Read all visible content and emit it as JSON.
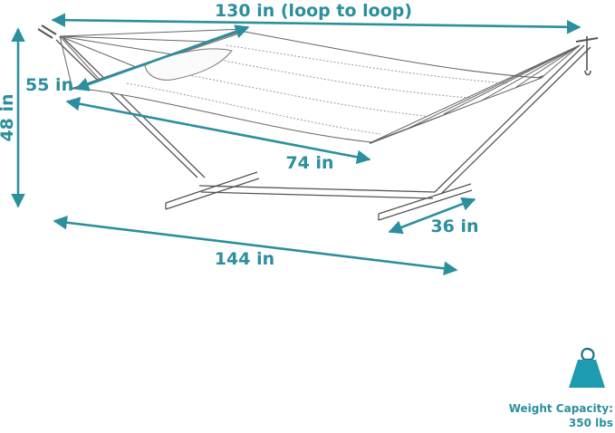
{
  "dimensions": {
    "length_loop": "130 in (loop to loop)",
    "bed_width": "55 in",
    "height": "48 in",
    "bed_length": "74 in",
    "stand_length": "144 in",
    "stand_depth": "36 in"
  },
  "weight_capacity": {
    "label": "Weight Capacity:",
    "value": "350 lbs",
    "icon": "weight-icon"
  },
  "colors": {
    "accent": "#2b8f9e",
    "line": "#555555",
    "weight_fill": "#1f9bb0"
  }
}
